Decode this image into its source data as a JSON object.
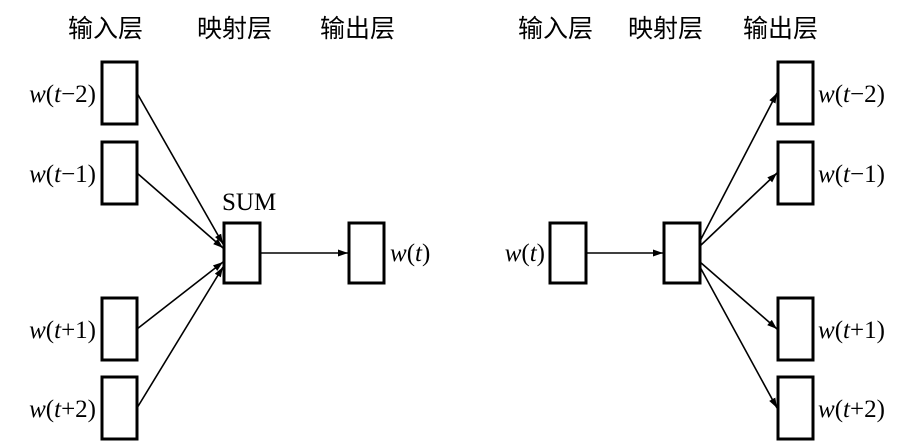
{
  "cbow": {
    "headers": {
      "input": "输入层",
      "projection": "映射层",
      "output": "输出层"
    },
    "inputs": [
      {
        "w": "w",
        "t": "t",
        "op": "−",
        "n": "2"
      },
      {
        "w": "w",
        "t": "t",
        "op": "−",
        "n": "1"
      },
      {
        "w": "w",
        "t": "t",
        "op": "+",
        "n": "1"
      },
      {
        "w": "w",
        "t": "t",
        "op": "+",
        "n": "2"
      }
    ],
    "projection_label": "SUM",
    "output": {
      "w": "w",
      "t": "t"
    }
  },
  "skipgram": {
    "headers": {
      "input": "输入层",
      "projection": "映射层",
      "output": "输出层"
    },
    "input": {
      "w": "w",
      "t": "t"
    },
    "outputs": [
      {
        "w": "w",
        "t": "t",
        "op": "−",
        "n": "2"
      },
      {
        "w": "w",
        "t": "t",
        "op": "−",
        "n": "1"
      },
      {
        "w": "w",
        "t": "t",
        "op": "+",
        "n": "1"
      },
      {
        "w": "w",
        "t": "t",
        "op": "+",
        "n": "2"
      }
    ]
  }
}
